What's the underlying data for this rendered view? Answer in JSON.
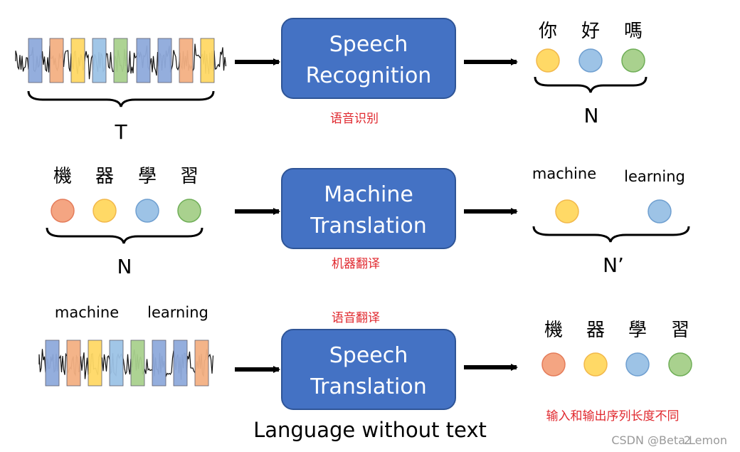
{
  "colors": {
    "box_fill": "#4472c4",
    "box_stroke": "#2f5597",
    "box_text": "#ffffff",
    "arrow": "#000000",
    "annotation_red": "#e0282e",
    "token_orange": "#f4a582",
    "token_yellow": "#ffd966",
    "token_blue": "#9dc3e6",
    "token_green": "#a9d18e",
    "bar_blue": "#8faadc",
    "bar_orange": "#f4b183",
    "bar_yellow": "#ffd966",
    "bar_lightblue": "#9dc3e6",
    "bar_green": "#a9d18e",
    "watermark": "#9a9a9a"
  },
  "rows": {
    "speech_recognition": {
      "box_line1": "Speech",
      "box_line2": "Recognition",
      "annotation": "语音识别",
      "input_length_label": "T",
      "output_chars": [
        "你",
        "好",
        "嗎"
      ],
      "output_length_label": "N"
    },
    "machine_translation": {
      "box_line1": "Machine",
      "box_line2": "Translation",
      "annotation": "机器翻译",
      "input_chars": [
        "機",
        "器",
        "學",
        "習"
      ],
      "input_length_label": "N",
      "output_words": [
        "machine",
        "learning"
      ],
      "output_length_label": "N’"
    },
    "speech_translation": {
      "box_line1": "Speech",
      "box_line2": "Translation",
      "annotation_above": "语音翻译",
      "input_words": [
        "machine",
        "learning"
      ],
      "output_chars": [
        "機",
        "器",
        "學",
        "習"
      ],
      "note": "输入和输出序列长度不同",
      "caption": "Language without text"
    }
  },
  "watermark": "CSDN @Beta Lemon",
  "page_marker": "2"
}
